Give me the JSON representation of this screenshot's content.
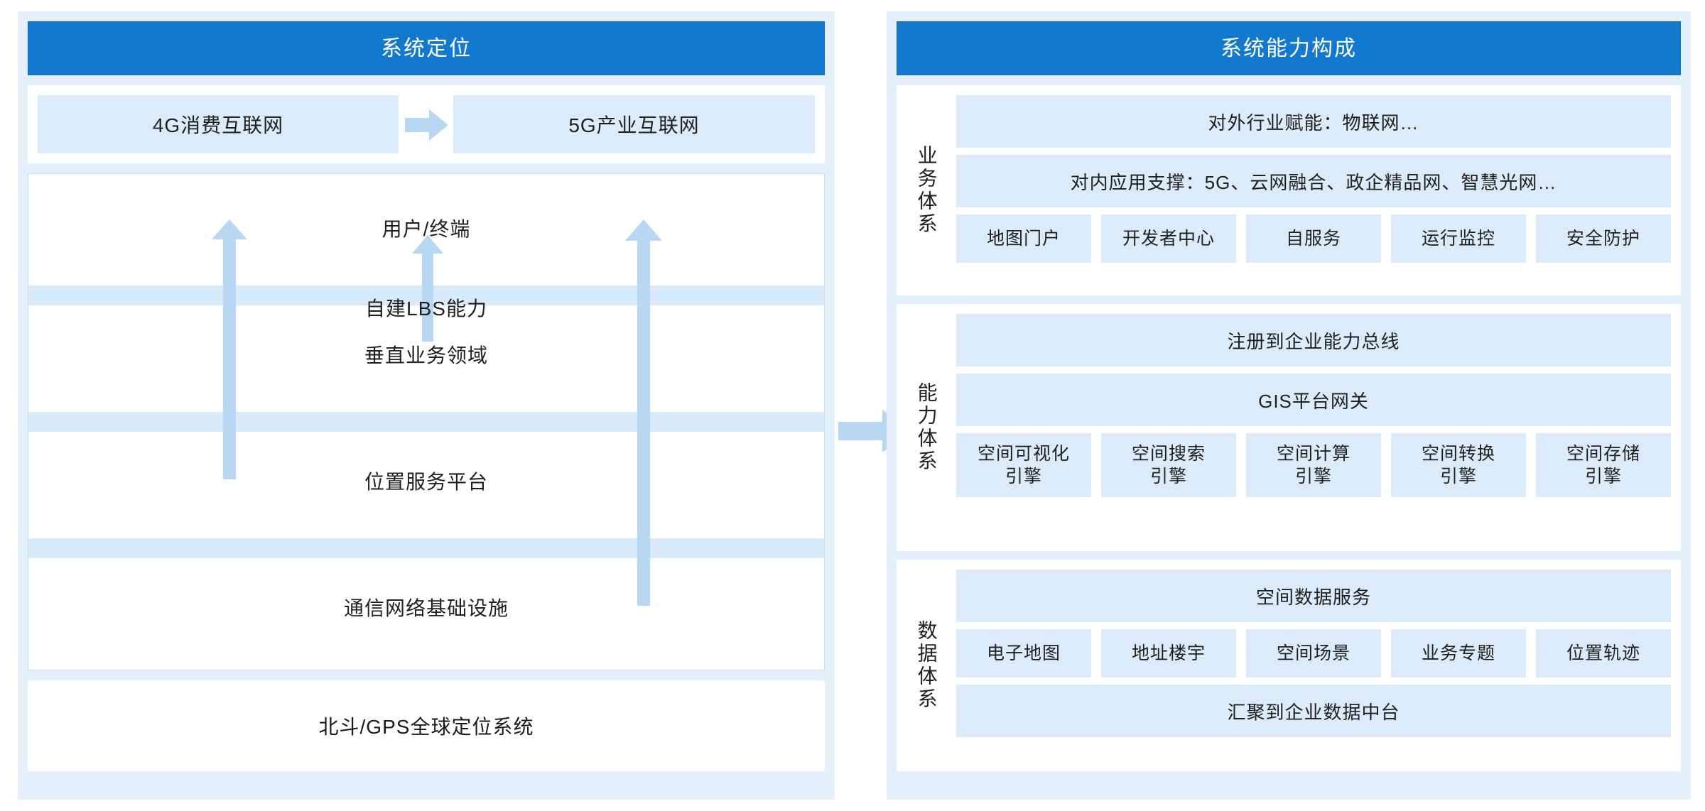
{
  "left_panel": {
    "title": "系统定位",
    "evolution": {
      "from": "4G消费互联网",
      "to": "5G产业互联网",
      "arrow_icon": "arrow-right-icon"
    },
    "stack": {
      "user_terminal": "用户/终端",
      "self_built_lbs": "自建LBS能力",
      "vertical_domain": "垂直业务领域",
      "location_platform": "位置服务平台",
      "network_infra": "通信网络基础设施",
      "arrow_icons": [
        "arrow-up-icon",
        "arrow-up-icon",
        "arrow-up-icon"
      ]
    },
    "gps": "北斗/GPS全球定位系统"
  },
  "connector": {
    "icon": "arrow-right-icon"
  },
  "right_panel": {
    "title": "系统能力构成",
    "sections": [
      {
        "label": "业务体系",
        "wide_rows_top": [
          "对外行业赋能：物联网…",
          "对内应用支撑：5G、云网融合、政企精品网、智慧光网…"
        ],
        "chips": [
          "地图门户",
          "开发者中心",
          "自服务",
          "运行监控",
          "安全防护"
        ],
        "wide_rows_bottom": []
      },
      {
        "label": "能力体系",
        "wide_rows_top": [
          "注册到企业能力总线",
          "GIS平台网关"
        ],
        "chips": [
          "空间可视化\n引擎",
          "空间搜索\n引擎",
          "空间计算\n引擎",
          "空间转换\n引擎",
          "空间存储\n引擎"
        ],
        "wide_rows_bottom": []
      },
      {
        "label": "数据体系",
        "wide_rows_top": [
          "空间数据服务"
        ],
        "chips": [
          "电子地图",
          "地址楼宇",
          "空间场景",
          "业务专题",
          "位置轨迹"
        ],
        "wide_rows_bottom": [
          "汇聚到企业数据中台"
        ]
      }
    ]
  },
  "colors": {
    "header_blue": "#1279ce",
    "panel_bg": "#e3f0fc",
    "chip_blue": "#dcebfa",
    "band_blue": "#d9eafb",
    "arrow_blue": "#b8d7f2",
    "card_white": "#ffffff"
  }
}
